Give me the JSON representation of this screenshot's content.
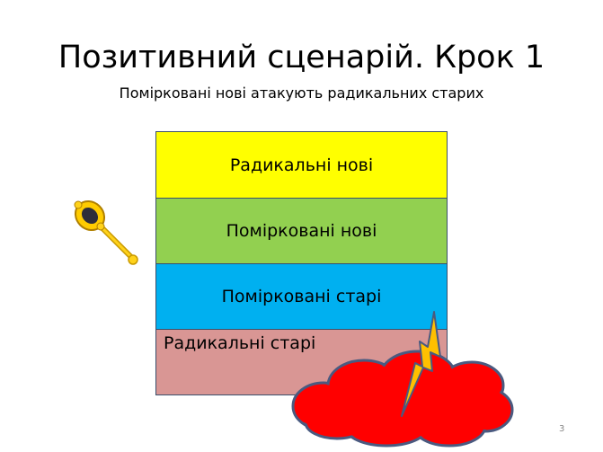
{
  "slide": {
    "title": "Позитивний сценарій. Крок 1",
    "subtitle": "Помірковані нові атакують радикальних старих",
    "layers": [
      {
        "label": "Радикальні нові",
        "color": "#ffff00"
      },
      {
        "label": "Помірковані нові",
        "color": "#92d050"
      },
      {
        "label": "Помірковані старі",
        "color": "#00b0f0"
      },
      {
        "label": "Радикальні старі",
        "color": "#d99694"
      }
    ],
    "page_number": "3",
    "icons": [
      "scepter-icon",
      "cloud-icon",
      "lightning-icon"
    ]
  }
}
